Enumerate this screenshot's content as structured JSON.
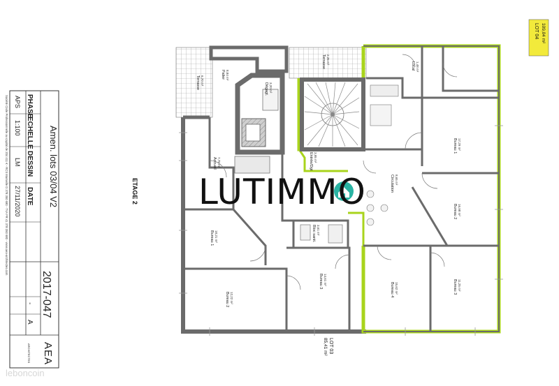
{
  "title_block": {
    "project": "Amen. lots 03/04 V2",
    "reference": "2017-047",
    "phase_label": "PHASE",
    "phase_value": "APS",
    "scale_label": "ECHELLE",
    "scale_value": "1:100",
    "drawing_label": "DESSIN",
    "drawing_value": "LM",
    "date_label": "DATE",
    "date_value": "27/11/2020",
    "index_dash": "-",
    "index_value": "A",
    "firm_address": "Société Civile Professionnelle au capital de 204 411 € - RCS Marseille D 378 350 680 - TVA FR 41 378 350 680 - www.aea-architectes.com",
    "firm_logo": "AEA",
    "firm_logo_sub": "ARCHITECTES"
  },
  "plan": {
    "level": "ETAGE 2",
    "lot04": {
      "name": "LOT 04",
      "area": "109,04 m²"
    },
    "lot03": {
      "name": "LOT 03",
      "area": "85,41 m²"
    },
    "rooms": [
      {
        "key": "terrasse1",
        "name": "Terrasse",
        "area": "6,70 m²"
      },
      {
        "key": "terrasse2",
        "name": "Terrasse",
        "area": "2,25 m²"
      },
      {
        "key": "palier",
        "name": "Palier",
        "area": "8,84 m²"
      },
      {
        "key": "degagement",
        "name": "Dégagt.",
        "area": "3,20 m²"
      },
      {
        "key": "local",
        "name": "Local",
        "area": "1,48 m²"
      },
      {
        "key": "accueil",
        "name": "Accueil",
        "area": "7,75 m²"
      },
      {
        "key": "entree",
        "name": "Entrée/Dgt",
        "area": "3,95 m²"
      },
      {
        "key": "circulation",
        "name": "Circulation",
        "area": "8,65 m²"
      },
      {
        "key": "bloc_sanit",
        "name": "Bloc sanit.",
        "area": "3,61 m²"
      },
      {
        "key": "bureau1_l",
        "name": "Bureau 1",
        "area": "18,21 m²"
      },
      {
        "key": "bureau2_l",
        "name": "Bureau 2",
        "area": "12,22 m²"
      },
      {
        "key": "bureau3_l",
        "name": "Bureau 3",
        "area": "14,61 m²"
      },
      {
        "key": "bureau1_r",
        "name": "Bureau 1",
        "area": "17,29 m²"
      },
      {
        "key": "bureau2_r",
        "name": "Bureau 2",
        "area": "16,98 m²"
      },
      {
        "key": "bureau3_r",
        "name": "Bureau 3",
        "area": "11,25 m²"
      },
      {
        "key": "bureau4_r",
        "name": "Bureau 4",
        "area": "15,62 m²"
      }
    ]
  },
  "overlay": {
    "logo_text": "LUTIMMO",
    "watermark": "leboncoin"
  },
  "colors": {
    "wall": "#6b6b6b",
    "lot_outline": "#a9d41c",
    "lot_label_bg": "#f2ea3b",
    "logo_badge": "#2ab3a3"
  }
}
